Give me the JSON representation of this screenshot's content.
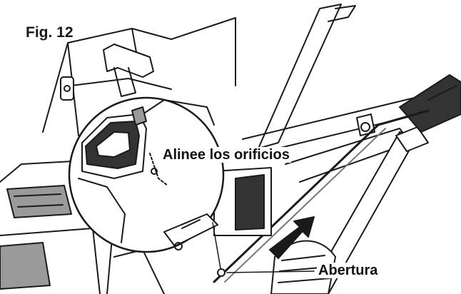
{
  "figure": {
    "label": "Fig. 12",
    "callouts": {
      "align_holes": "Alinee los orificios",
      "opening": "Abertura"
    }
  },
  "colors": {
    "line": "#1a1a1a",
    "fill_light": "#ffffff",
    "fill_gray": "#9a9a9a",
    "fill_dark": "#333333"
  }
}
